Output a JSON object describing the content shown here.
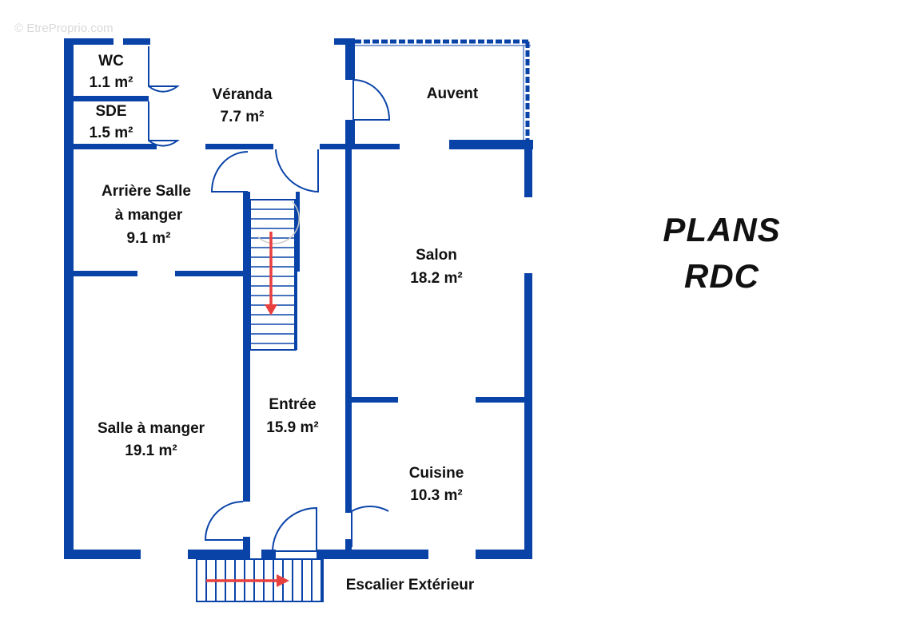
{
  "watermark": "© EtreProprio.com",
  "title": {
    "line1": "PLANS",
    "line2": "RDC"
  },
  "colors": {
    "wall": "#0a43a8",
    "door": "#0a43a8",
    "arrow": "#e8403f",
    "text": "#111111"
  },
  "rooms": [
    {
      "id": "wc",
      "name": "WC",
      "area": "1.1 m²"
    },
    {
      "id": "sde",
      "name": "SDE",
      "area": "1.5 m²"
    },
    {
      "id": "veranda",
      "name": "Véranda",
      "area": "7.7 m²"
    },
    {
      "id": "auvent",
      "name": "Auvent"
    },
    {
      "id": "arriere",
      "name1": "Arrière Salle",
      "name2": "à manger",
      "area": "9.1 m²"
    },
    {
      "id": "salon",
      "name": "Salon",
      "area": "18.2 m²"
    },
    {
      "id": "salle",
      "name": "Salle à manger",
      "area": "19.1 m²"
    },
    {
      "id": "entree",
      "name": "Entrée",
      "area": "15.9 m²"
    },
    {
      "id": "cuisine",
      "name": "Cuisine",
      "area": "10.3 m²"
    },
    {
      "id": "escalier",
      "name": "Escalier Extérieur"
    }
  ]
}
